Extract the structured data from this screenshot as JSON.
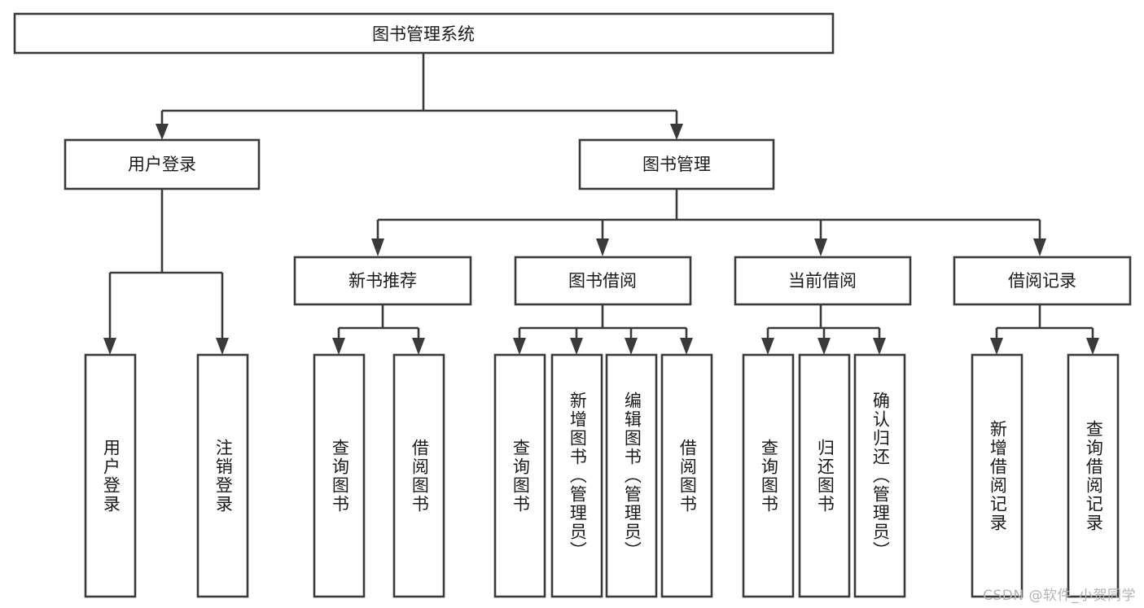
{
  "diagram": {
    "type": "tree-hierarchy",
    "title": "图书管理系统",
    "orientation": "top-down",
    "colors": {
      "box_stroke": "#3a3a3a",
      "box_fill": "#ffffff",
      "text": "#1a1a1a",
      "connector": "#3a3a3a",
      "watermark": "#b4b4b4",
      "background": "#ffffff"
    },
    "root": {
      "label": "图书管理系统"
    },
    "level2": [
      {
        "label": "用户登录"
      },
      {
        "label": "图书管理"
      }
    ],
    "level3": [
      {
        "label": "新书推荐"
      },
      {
        "label": "图书借阅"
      },
      {
        "label": "当前借阅"
      },
      {
        "label": "借阅记录"
      }
    ],
    "leaves": {
      "user_login": [
        {
          "label": "用户登录"
        },
        {
          "label": "注销登录"
        }
      ],
      "new_book_recommend": [
        {
          "label": "查询图书"
        },
        {
          "label": "借阅图书"
        }
      ],
      "book_borrow": [
        {
          "label": "查询图书"
        },
        {
          "label": "新增图书（管理员）"
        },
        {
          "label": "编辑图书（管理员）"
        },
        {
          "label": "借阅图书"
        }
      ],
      "current_borrow": [
        {
          "label": "查询图书"
        },
        {
          "label": "归还图书"
        },
        {
          "label": "确认归还（管理员）"
        }
      ],
      "borrow_record": [
        {
          "label": "新增借阅记录"
        },
        {
          "label": "查询借阅记录"
        }
      ]
    }
  },
  "watermark": {
    "text": "CSDN @软件_小贺同学"
  }
}
